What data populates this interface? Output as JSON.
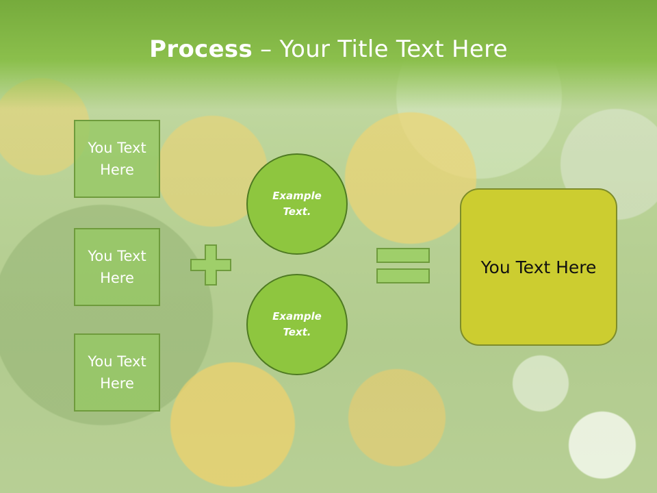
{
  "slide": {
    "title_bold": "Process",
    "title_dash": "–",
    "title_rest": "Your Title Text Here"
  },
  "boxes": [
    {
      "line1": "You Text",
      "line2": "Here"
    },
    {
      "line1": "You Text",
      "line2": "Here"
    },
    {
      "line1": "You Text",
      "line2": "Here"
    }
  ],
  "circles": [
    {
      "line1": "Example",
      "line2": "Text."
    },
    {
      "line1": "Example",
      "line2": "Text."
    }
  ],
  "result": {
    "label": "You Text Here"
  },
  "colors": {
    "title_band": "#7db343",
    "box_fill": "#96c864",
    "circle_fill": "#8ec63f",
    "result_fill": "#cccd30",
    "symbol_fill": "#9fcf6a"
  },
  "icons": [
    "plus-icon",
    "equals-icon"
  ]
}
